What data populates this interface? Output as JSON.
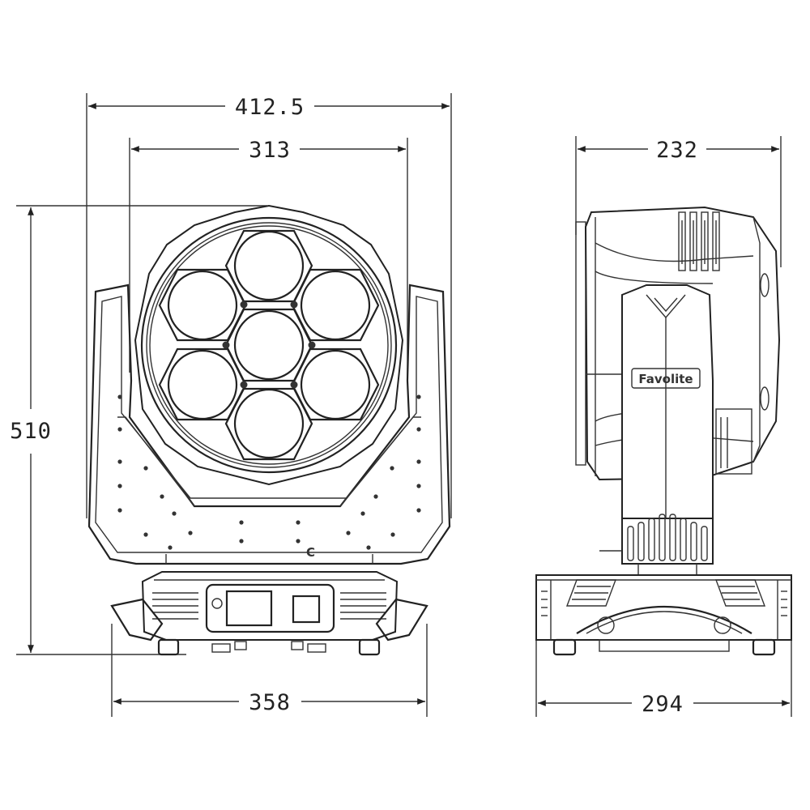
{
  "dimensions": {
    "front_overall_width": "412.5",
    "front_head_width": "313",
    "front_height": "510",
    "front_base_width": "358",
    "side_head_depth": "232",
    "side_base_depth": "294"
  },
  "brand_text": "Favolite",
  "colors": {
    "line": "#222222",
    "background": "#ffffff"
  }
}
